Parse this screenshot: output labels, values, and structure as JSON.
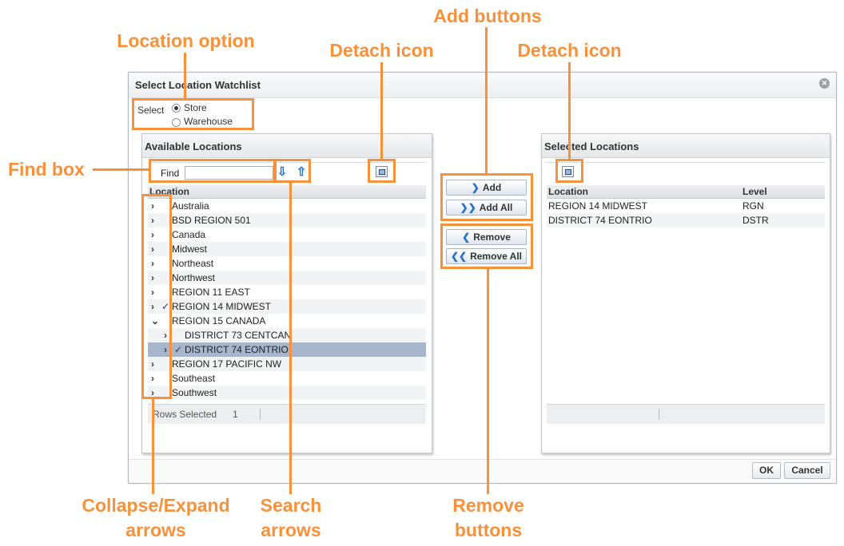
{
  "dialog": {
    "title": "Select Location Watchlist",
    "close_icon": "close-icon",
    "ok_label": "OK",
    "cancel_label": "Cancel"
  },
  "select_option": {
    "label": "Select",
    "options": [
      {
        "label": "Store",
        "selected": true
      },
      {
        "label": "Warehouse",
        "selected": false
      }
    ]
  },
  "available": {
    "title": "Available Locations",
    "find_label": "Find",
    "find_value": "",
    "column": "Location",
    "rows": [
      {
        "label": "Australia",
        "arrow": "›",
        "checked": false,
        "indent": 0
      },
      {
        "label": "BSD REGION 501",
        "arrow": "›",
        "checked": false,
        "indent": 0
      },
      {
        "label": "Canada",
        "arrow": "›",
        "checked": false,
        "indent": 0
      },
      {
        "label": "Midwest",
        "arrow": "›",
        "checked": false,
        "indent": 0
      },
      {
        "label": "Northeast",
        "arrow": "›",
        "checked": false,
        "indent": 0
      },
      {
        "label": "Northwest",
        "arrow": "›",
        "checked": false,
        "indent": 0
      },
      {
        "label": "REGION 11 EAST",
        "arrow": "›",
        "checked": false,
        "indent": 0
      },
      {
        "label": "REGION 14 MIDWEST",
        "arrow": "›",
        "checked": true,
        "indent": 0
      },
      {
        "label": "REGION 15 CANADA",
        "arrow": "⌄",
        "checked": false,
        "indent": 0
      },
      {
        "label": "DISTRICT 73 CENTCAN",
        "arrow": "›",
        "checked": false,
        "indent": 1
      },
      {
        "label": "DISTRICT 74 EONTRIO",
        "arrow": "›",
        "checked": true,
        "indent": 1,
        "selected": true
      },
      {
        "label": "REGION 17 PACIFIC NW",
        "arrow": "›",
        "checked": false,
        "indent": 0
      },
      {
        "label": "Southeast",
        "arrow": "›",
        "checked": false,
        "indent": 0
      },
      {
        "label": "Southwest",
        "arrow": "›",
        "checked": false,
        "indent": 0
      }
    ],
    "rows_selected_label": "Rows Selected",
    "rows_selected_value": "1"
  },
  "shuttle": {
    "add": "Add",
    "add_all": "Add All",
    "remove": "Remove",
    "remove_all": "Remove All"
  },
  "selected": {
    "title": "Selected Locations",
    "columns": [
      "Location",
      "Level"
    ],
    "rows": [
      {
        "location": "REGION 14 MIDWEST",
        "level": "RGN"
      },
      {
        "location": "DISTRICT 74 EONTRIO",
        "level": "DSTR"
      }
    ]
  },
  "annotations": {
    "location_option": "Location option",
    "detach_left": "Detach icon",
    "add_buttons": "Add buttons",
    "detach_right": "Detach icon",
    "find_box": "Find box",
    "collapse_expand_line1": "Collapse/Expand",
    "collapse_expand_line2": "arrows",
    "search_line1": "Search",
    "search_line2": "arrows",
    "remove_line1": "Remove",
    "remove_line2": "buttons"
  },
  "colors": {
    "annotation": "#f7923a",
    "selected_row": "#a8b6cd",
    "search_arrow": "#1d6fd1"
  }
}
